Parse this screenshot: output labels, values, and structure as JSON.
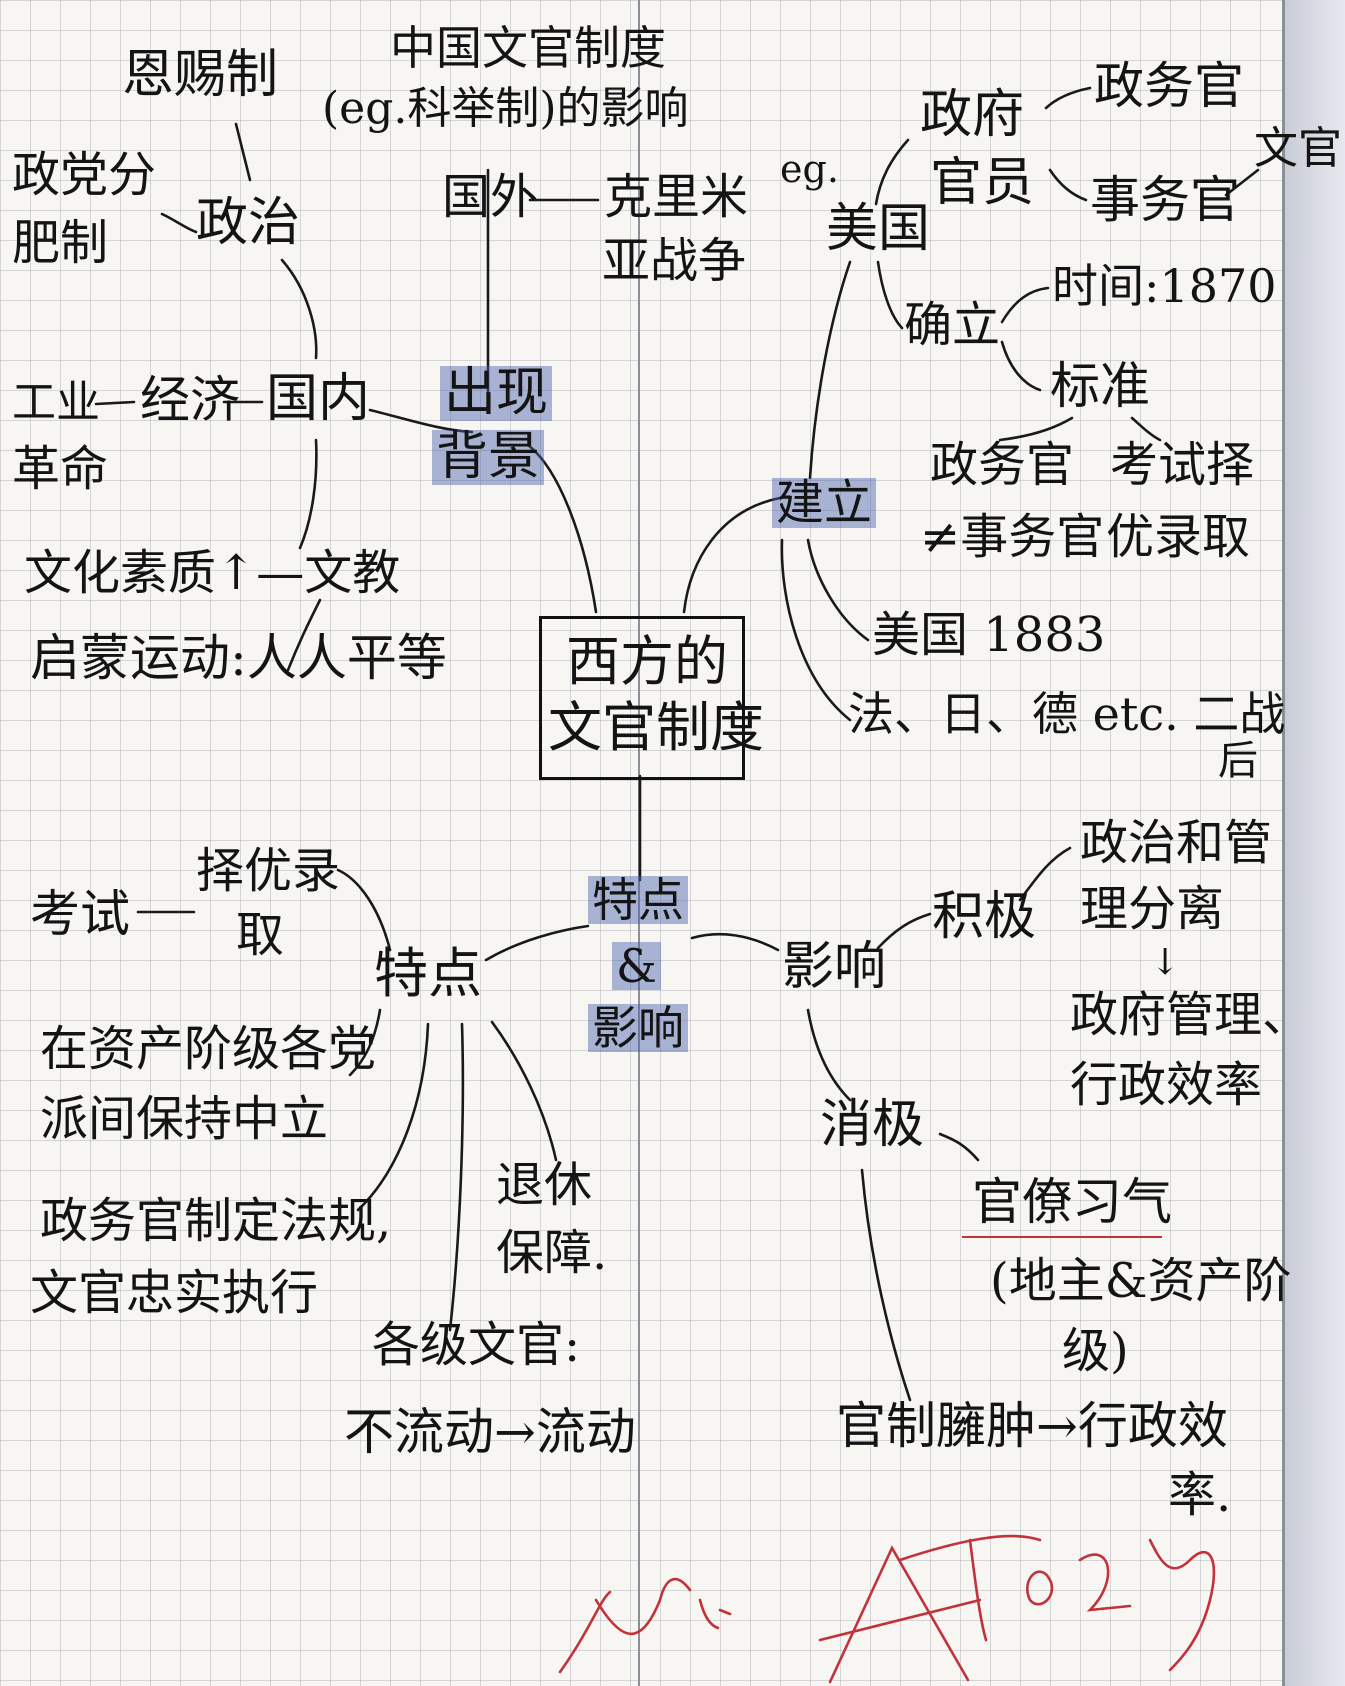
{
  "center": {
    "line1": "西方的",
    "line2": "文官制度"
  },
  "background": {
    "title_l1": "出现",
    "title_l2": "背景",
    "china_influence_l1": "中国文官制度",
    "china_influence_l2": "(eg.科举制)的影响",
    "foreign": "国外",
    "crimean_l1": "克里米",
    "crimean_l2": "亚战争",
    "domestic": "国内",
    "politics": "政治",
    "grace_system": "恩赐制",
    "spoils_l1": "政党分",
    "spoils_l2": "肥制",
    "economy": "经济",
    "industrial_l1": "工业",
    "industrial_l2": "革命",
    "culture_education": "文化素质↑—文教",
    "enlightenment": "启蒙运动:人人平等"
  },
  "establishment": {
    "title": "建立",
    "eg": "eg.",
    "usa": "美国",
    "gov_l1": "政府",
    "gov_l2": "官员",
    "political_officer": "政务官",
    "administrative_officer": "事务官",
    "civil_officer": "文官",
    "established": "确立",
    "time": "时间:1870",
    "standard": "标准",
    "std1_l1": "政务官",
    "std1_l2": "≠事务官",
    "std2_l1": "考试择",
    "std2_l2": "优录取",
    "usa_1883": "美国 1883",
    "others_l1": "法、日、德 etc. 二战",
    "others_l2": "后"
  },
  "features_impact": {
    "title_l1": "特点",
    "title_l2": "&",
    "title_l3": "影响"
  },
  "features": {
    "title": "特点",
    "exam": "考试",
    "select_l1": "择优录",
    "select_l2": "取",
    "neutral_l1": "在资产阶级各党",
    "neutral_l2": "派间保持中立",
    "law_l1": "政务官制定法规,",
    "law_l2": "文官忠实执行",
    "retire_l1": "退休",
    "retire_l2": "保障.",
    "levels_l1": "各级文官:",
    "levels_l2": "不流动→流动"
  },
  "impact": {
    "title": "影响",
    "positive": "积极",
    "sep_l1": "政治和管",
    "sep_l2": "理分离",
    "down_arrow": "↓",
    "gov_mgmt_l1": "政府管理、",
    "gov_mgmt_l2": "行政效率",
    "negative": "消极",
    "bureaucracy": "官僚习气",
    "landlord_l1": "(地主&资产阶",
    "landlord_l2": "级)",
    "bloated_l1": "官制臃肿→行政效",
    "bloated_l2": "率."
  },
  "colors": {
    "ink": "#141414",
    "highlight": "#465faa",
    "red_pen": "#c2323a",
    "grid": "#9696a0"
  }
}
